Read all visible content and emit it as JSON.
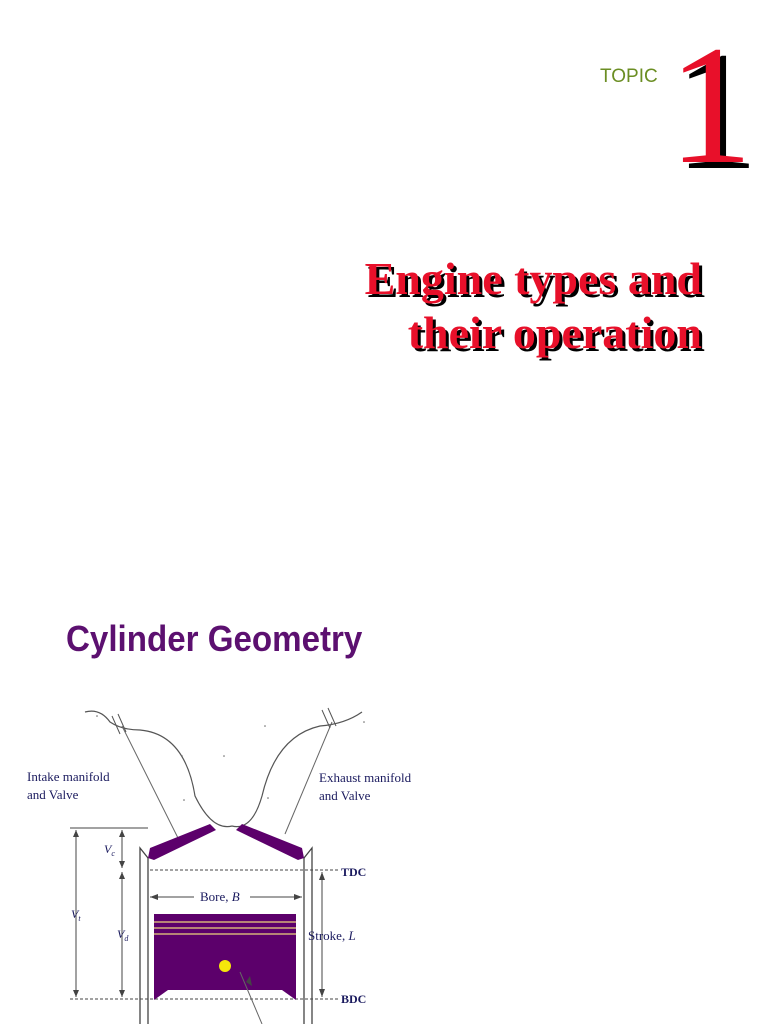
{
  "slide1": {
    "topic_label": "TOPIC",
    "topic_number": "1",
    "title_line1": "Engine types and",
    "title_line2": "their operation"
  },
  "slide2": {
    "title": "Cylinder Geometry",
    "labels": {
      "intake_line1": "Intake manifold",
      "intake_line2": "and Valve",
      "exhaust_line1": "Exhaust manifold",
      "exhaust_line2": "and Valve",
      "tdc": "TDC",
      "bdc": "BDC",
      "bore": "Bore, ",
      "bore_var": "B",
      "stroke": "Stroke, ",
      "stroke_var": "L",
      "vc": "V",
      "vc_sub": "c",
      "vd": "V",
      "vd_sub": "d",
      "vt": "V",
      "vt_sub": "t"
    },
    "colors": {
      "piston": "#5c006b",
      "valve": "#5c006b",
      "pin": "#f5e60a",
      "rings": "#d4b07a"
    }
  }
}
